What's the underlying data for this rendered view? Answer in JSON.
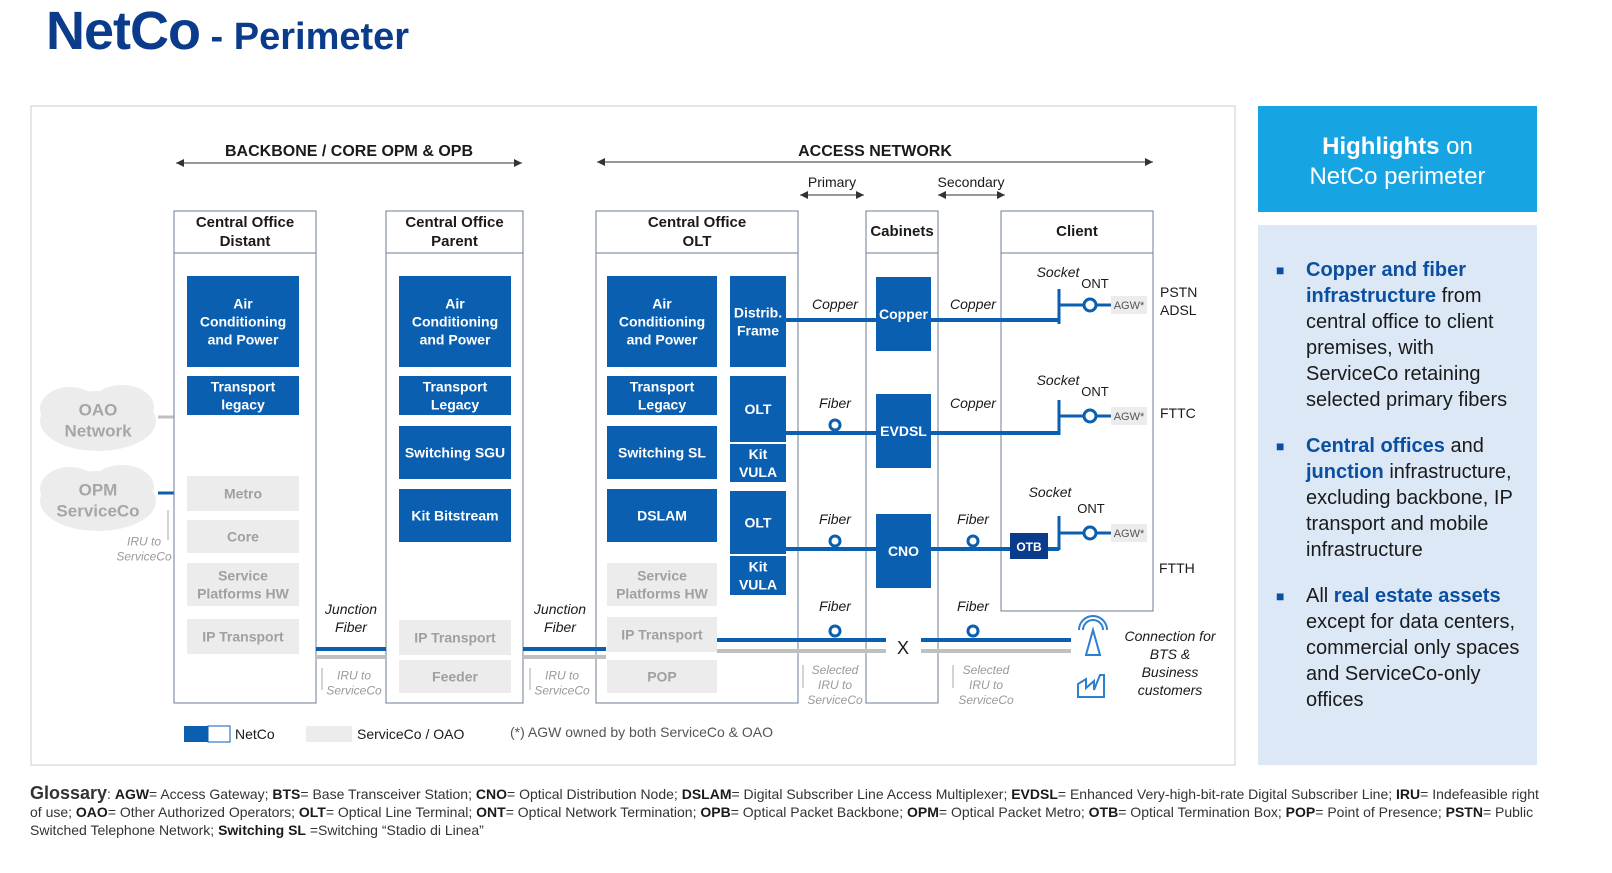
{
  "title": {
    "main": "NetCo",
    "sub": " - Perimeter"
  },
  "colors": {
    "netco_blue": "#0b5fb0",
    "dark_blue": "#0b3c8c",
    "serviceco_grey": "#ececec",
    "accent": "#16a4e3",
    "panel": "#dce8f5"
  },
  "diagram": {
    "backbone_header": "BACKBONE / CORE OPM & OPB",
    "access_header": "ACCESS NETWORK",
    "primary": "Primary",
    "secondary": "Secondary",
    "columns": [
      {
        "title1": "Central Office",
        "title2": "Distant"
      },
      {
        "title1": "Central Office",
        "title2": "Parent"
      },
      {
        "title1": "Central Office",
        "title2": "OLT"
      },
      {
        "title1": "Cabinets",
        "title2": ""
      },
      {
        "title1": "Client",
        "title2": ""
      }
    ],
    "distant_blue": [
      [
        "Air",
        "Conditioning",
        "and Power"
      ],
      [
        "Transport",
        "legacy"
      ]
    ],
    "distant_grey": [
      [
        "Metro"
      ],
      [
        "Core"
      ],
      [
        "Service",
        "Platforms HW"
      ],
      [
        "IP Transport"
      ]
    ],
    "parent_blue": [
      [
        "Air",
        "Conditioning",
        "and Power"
      ],
      [
        "Transport",
        "Legacy"
      ],
      [
        "Switching SGU"
      ],
      [
        "Kit Bitstream"
      ]
    ],
    "parent_grey": [
      [
        "IP Transport"
      ],
      [
        "Feeder"
      ]
    ],
    "olt_blue": [
      [
        "Air",
        "Conditioning",
        "and Power"
      ],
      [
        "Transport",
        "Legacy"
      ],
      [
        "Switching SL"
      ],
      [
        "DSLAM"
      ]
    ],
    "olt_grey": [
      [
        "Service",
        "Platforms HW"
      ],
      [
        "IP Transport"
      ],
      [
        "POP"
      ]
    ],
    "olt_right": [
      [
        "Distrib.",
        "Frame"
      ],
      [
        "OLT"
      ],
      [
        "Kit",
        "VULA"
      ],
      [
        "OLT"
      ],
      [
        "Kit",
        "VULA"
      ]
    ],
    "cabinets": [
      "Copper",
      "EVDSL",
      "CNO"
    ],
    "clouds": [
      [
        "OAO",
        "Network"
      ],
      [
        "OPM",
        "ServiceCo"
      ]
    ],
    "iru_serviceco": [
      "IRU to",
      "ServiceCo"
    ],
    "selected_iru": [
      "Selected",
      "IRU to",
      "ServiceCo"
    ],
    "junction": [
      "Junction",
      "Fiber"
    ],
    "media": {
      "copper": "Copper",
      "fiber": "Fiber"
    },
    "socket": "Socket",
    "ont": "ONT",
    "agw": "AGW*",
    "otb": "OTB",
    "services": {
      "pstn": "PSTN",
      "adsl": "ADSL",
      "fttc": "FTTC",
      "ftth": "FTTH"
    },
    "connection": [
      "Connection for",
      "BTS &",
      "Business",
      "customers"
    ],
    "x_mark": "X",
    "legend": {
      "netco": "NetCo",
      "serviceco": "ServiceCo / OAO",
      "note": "(*)  AGW owned by both ServiceCo & OAO"
    }
  },
  "highlights": {
    "title_bold": "Highlights",
    "title_rest": " on",
    "title_line2": "NetCo perimeter",
    "bullet_glyph": "■",
    "items": [
      {
        "b1": "Copper and fiber infrastructure",
        "t1": " from central office to client premises, with ServiceCo retaining selected primary fibers",
        "b2": "",
        "t2": "",
        "b3": "",
        "t3": ""
      },
      {
        "b1": "Central offices",
        "t1": " and ",
        "b2": "junction",
        "t2": " infrastructure, excluding backbone, IP transport and mobile infrastructure",
        "b3": "",
        "t3": ""
      },
      {
        "b1": "",
        "t1": "All ",
        "b2": "real estate assets",
        "t2": " except for data centers, commercial only spaces and ServiceCo-only offices",
        "b3": "",
        "t3": ""
      }
    ]
  },
  "glossary": {
    "label": "Glossary",
    "entries": [
      {
        "term": "AGW",
        "def": "= Access Gateway; "
      },
      {
        "term": "BTS",
        "def": "= Base Transceiver Station; "
      },
      {
        "term": "CNO",
        "def": "= Optical Distribution Node; "
      },
      {
        "term": "DSLAM",
        "def": "= Digital Subscriber Line Access Multiplexer; "
      },
      {
        "term": "EVDSL",
        "def": "= Enhanced Very-high-bit-rate Digital Subscriber Line; "
      },
      {
        "term": "IRU",
        "def": "= Indefeasible right of use; "
      },
      {
        "term": "OAO",
        "def": "= Other Authorized Operators; "
      },
      {
        "term": "OLT",
        "def": "= Optical Line Terminal; "
      },
      {
        "term": "ONT",
        "def": "= Optical Network Termination; "
      },
      {
        "term": "OPB",
        "def": "= Optical Packet Backbone; "
      },
      {
        "term": "OPM",
        "def": "= Optical Packet Metro; "
      },
      {
        "term": "OTB",
        "def": "= Optical Termination Box; "
      },
      {
        "term": "POP",
        "def": "= Point of Presence; "
      },
      {
        "term": "PSTN",
        "def": "= Public Switched Telephone Network; "
      },
      {
        "term": "Switching SL",
        "def": " =Switching “Stadio di Linea”"
      }
    ]
  }
}
